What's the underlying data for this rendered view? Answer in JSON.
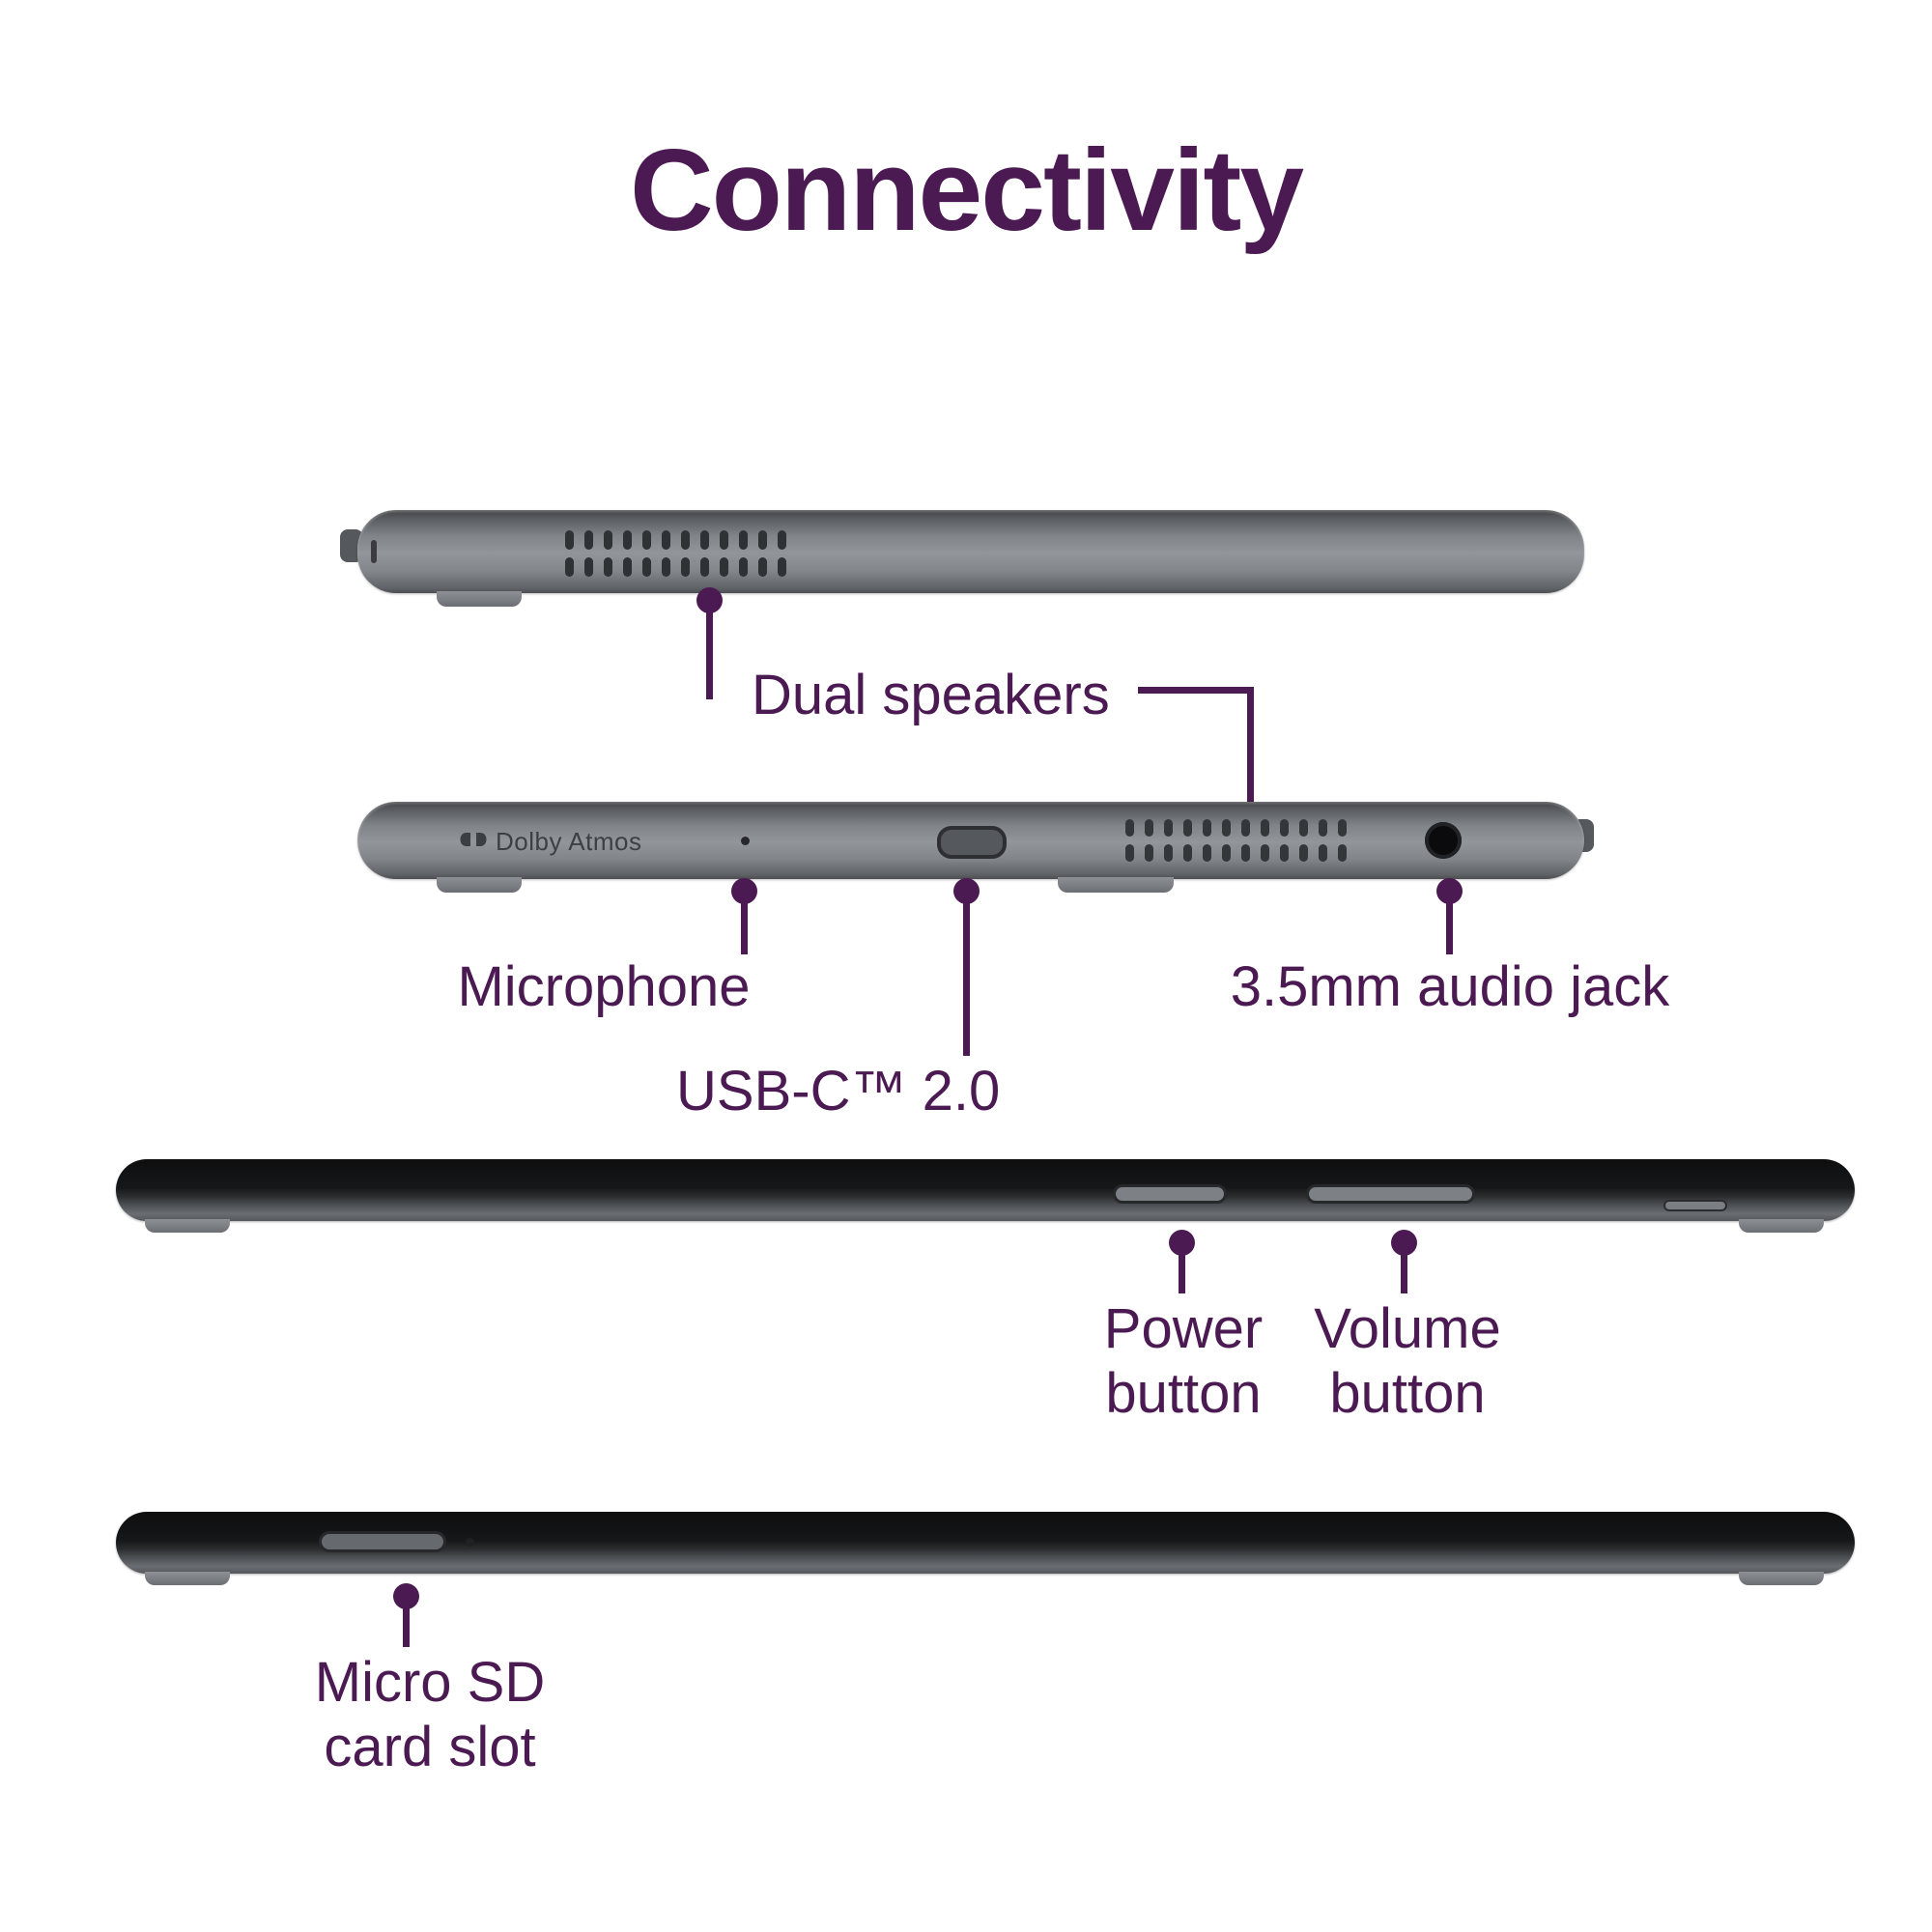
{
  "title": "Connectivity",
  "colors": {
    "accent": "#4C1A52",
    "tablet_body_gray": "#85888D",
    "tablet_dark": "#1A1B1C",
    "background": "#FFFFFF"
  },
  "labels": {
    "dual_speakers": "Dual speakers",
    "microphone": "Microphone",
    "usb_c": "USB-C™ 2.0",
    "audio_jack": "3.5mm audio jack",
    "power_button": "Power button",
    "volume_button": "Volume button",
    "micro_sd": "Micro SD card slot"
  },
  "branding": {
    "dolby_atmos": "Dolby Atmos"
  },
  "icons": [
    "dolby-logo-icon",
    "speaker-grille",
    "usb-c-port",
    "audio-jack-hole",
    "microphone-hole",
    "power-button-slot",
    "volume-button-slot",
    "micro-sd-slot"
  ]
}
